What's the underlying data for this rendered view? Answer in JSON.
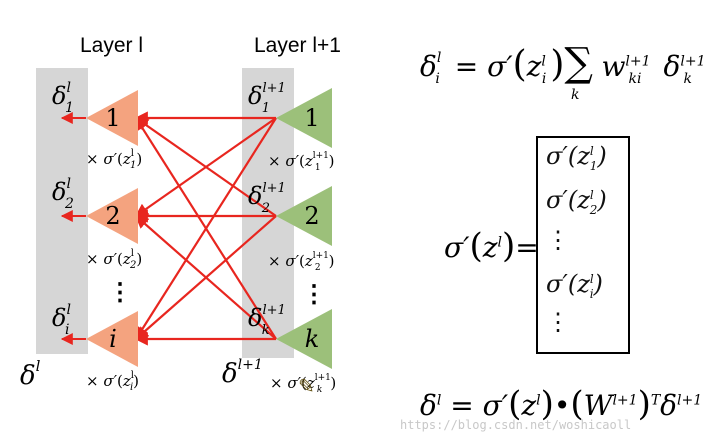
{
  "layers": {
    "left_title": "Layer l",
    "right_title": "Layer l+1"
  },
  "left_nodes": [
    {
      "label": "1",
      "delta_sub": "1",
      "factor_sub": "1"
    },
    {
      "label": "2",
      "delta_sub": "2",
      "factor_sub": "2"
    },
    {
      "label": "i",
      "delta_sub": "i",
      "factor_sub": "i"
    }
  ],
  "right_nodes": [
    {
      "label": "1",
      "delta_sub": "1",
      "factor_sub": "1"
    },
    {
      "label": "2",
      "delta_sub": "2",
      "factor_sub": "2"
    },
    {
      "label": "k",
      "delta_sub": "k",
      "factor_sub": "k"
    }
  ],
  "ellipsis": "⋮",
  "left_vector_label": "δ",
  "right_vector_label": "δ",
  "colors": {
    "left_node": "#f4a37f",
    "right_node": "#9cc07a",
    "arrow": "#e8261f",
    "band": "#d6d6d6"
  },
  "watermark": "https://blog.csdn.net/woshicaoll"
}
